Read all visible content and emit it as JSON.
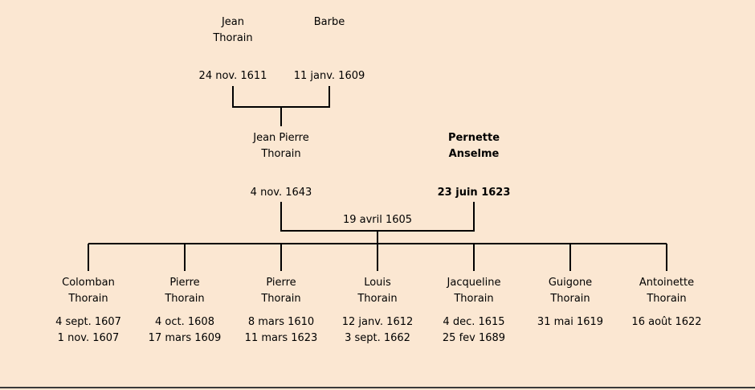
{
  "colors": {
    "background": "#fbe7d2",
    "line": "#000000",
    "text": "#000000"
  },
  "tree": {
    "grandfather": {
      "line1": "Jean",
      "line2": "Thorain",
      "event_date": "24 nov. 1611"
    },
    "grandmother": {
      "line1": "Barbe",
      "event_date": "11 janv. 1609"
    },
    "father": {
      "line1": "Jean Pierre",
      "line2": "Thorain",
      "event_date": "4 nov. 1643"
    },
    "mother": {
      "line1": "Pernette",
      "line2": "Anselme",
      "event_date": "23 juin 1623"
    },
    "marriage_date": "19 avril 1605",
    "children": [
      {
        "line1": "Colomban",
        "line2": "Thorain",
        "birth": "4 sept. 1607",
        "death": "1 nov. 1607"
      },
      {
        "line1": "Pierre",
        "line2": "Thorain",
        "birth": "4 oct. 1608",
        "death": "17 mars 1609"
      },
      {
        "line1": "Pierre",
        "line2": "Thorain",
        "birth": "8 mars 1610",
        "death": "11 mars 1623"
      },
      {
        "line1": "Louis",
        "line2": "Thorain",
        "birth": "12 janv. 1612",
        "death": "3 sept. 1662"
      },
      {
        "line1": "Jacqueline",
        "line2": "Thorain",
        "birth": "4 dec. 1615",
        "death": "25 fev 1689"
      },
      {
        "line1": "Guigone",
        "line2": "Thorain",
        "birth": "31 mai 1619",
        "death": ""
      },
      {
        "line1": "Antoinette",
        "line2": "Thorain",
        "birth": "16 août 1622",
        "death": ""
      }
    ]
  }
}
